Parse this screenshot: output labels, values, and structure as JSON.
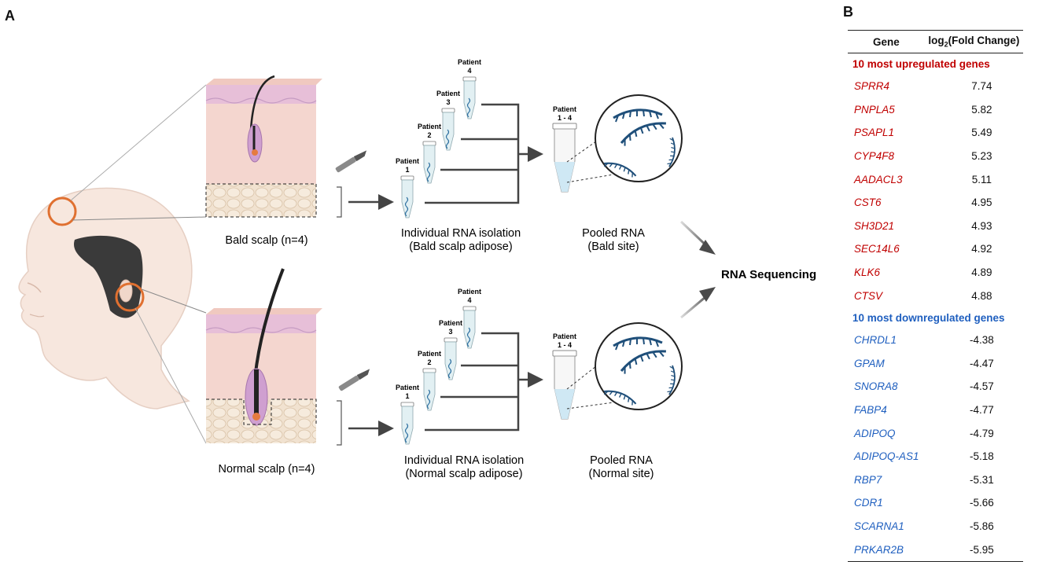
{
  "panel_a": {
    "letter": "A",
    "bald": {
      "scalp_label": "Bald scalp (n=4)",
      "isolation_line1": "Individual RNA isolation",
      "isolation_line2": "(Bald scalp adipose)",
      "pooled_line1": "Pooled RNA",
      "pooled_line2": "(Bald site)"
    },
    "normal": {
      "scalp_label": "Normal scalp (n=4)",
      "isolation_line1": "Individual RNA isolation",
      "isolation_line2": "(Normal scalp adipose)",
      "pooled_line1": "Pooled RNA",
      "pooled_line2": "(Normal site)"
    },
    "tube_word": "Patient",
    "tube_numbers": [
      "1",
      "2",
      "3",
      "4"
    ],
    "pooled_tube_number": "1 - 4",
    "sequencing_label": "RNA Sequencing"
  },
  "panel_b": {
    "letter": "B",
    "header_gene": "Gene",
    "header_fc_prefix": "log",
    "header_fc_sub": "2",
    "header_fc_suffix": "(Fold Change)",
    "up_title": "10 most upregulated genes",
    "down_title": "10 most downregulated genes",
    "up_genes": [
      {
        "gene": "SPRR4",
        "value": "7.74"
      },
      {
        "gene": "PNPLA5",
        "value": "5.82"
      },
      {
        "gene": "PSAPL1",
        "value": "5.49"
      },
      {
        "gene": "CYP4F8",
        "value": "5.23"
      },
      {
        "gene": "AADACL3",
        "value": "5.11"
      },
      {
        "gene": "CST6",
        "value": "4.95"
      },
      {
        "gene": "SH3D21",
        "value": "4.93"
      },
      {
        "gene": "SEC14L6",
        "value": "4.92"
      },
      {
        "gene": "KLK6",
        "value": "4.89"
      },
      {
        "gene": "CTSV",
        "value": "4.88"
      }
    ],
    "down_genes": [
      {
        "gene": "CHRDL1",
        "value": "-4.38"
      },
      {
        "gene": "GPAM",
        "value": "-4.47"
      },
      {
        "gene": "SNORA8",
        "value": "-4.57"
      },
      {
        "gene": "FABP4",
        "value": "-4.77"
      },
      {
        "gene": "ADIPOQ",
        "value": "-4.79"
      },
      {
        "gene": "ADIPOQ-AS1",
        "value": "-5.18"
      },
      {
        "gene": "RBP7",
        "value": "-5.31"
      },
      {
        "gene": "CDR1",
        "value": "-5.66"
      },
      {
        "gene": "SCARNA1",
        "value": "-5.86"
      },
      {
        "gene": "PRKAR2B",
        "value": "-5.95"
      }
    ]
  },
  "colors": {
    "up": "#c00000",
    "down": "#1f5fbf",
    "highlight_ring": "#e07030",
    "rna": "#1f4f7a",
    "skin": "#f3d6cc",
    "fat": "#ecdac6"
  }
}
